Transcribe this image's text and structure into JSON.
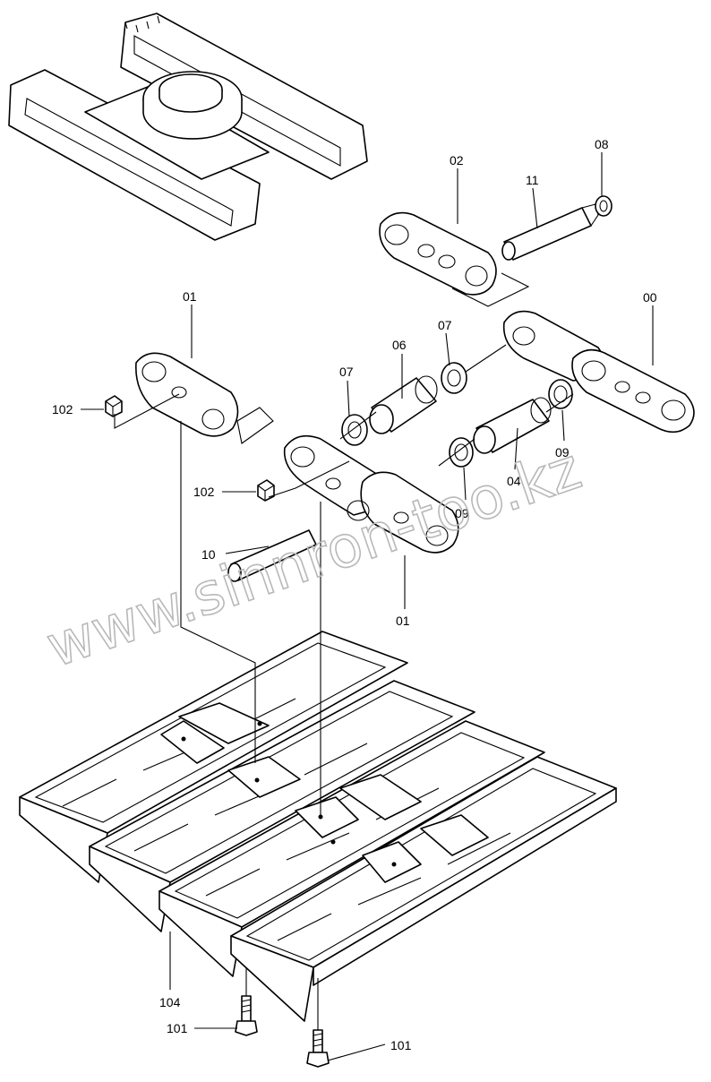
{
  "watermark": "www.sinnron-too.kz",
  "callouts": {
    "c00": "00",
    "c01a": "01",
    "c01b": "01",
    "c02": "02",
    "c04": "04",
    "c06": "06",
    "c07a": "07",
    "c07b": "07",
    "c08": "08",
    "c09a": "09",
    "c09b": "09",
    "c10": "10",
    "c11": "11",
    "c101a": "101",
    "c101b": "101",
    "c102a": "102",
    "c102b": "102",
    "c104": "104"
  },
  "colors": {
    "line": "#000000",
    "paper": "#ffffff",
    "watermark": "#b8b8b8"
  }
}
